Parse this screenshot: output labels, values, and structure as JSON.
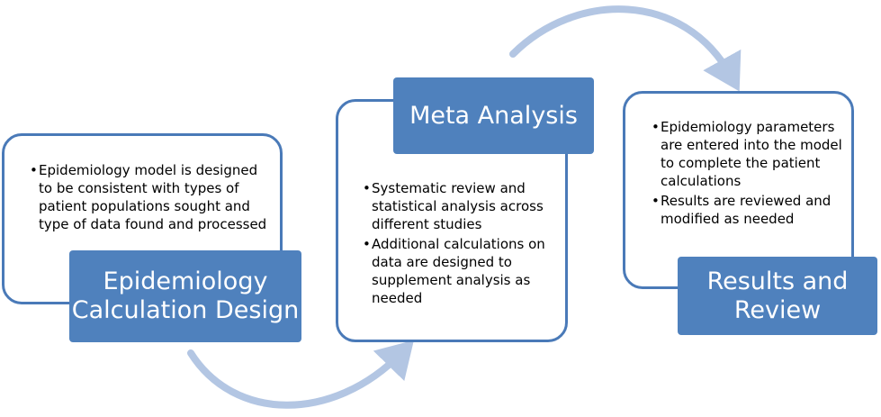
{
  "steps": [
    {
      "title": "Epidemiology Calculation Design",
      "bullets": [
        "Epidemiology model is designed to be consistent with types of patient populations sought and type of data found and processed"
      ]
    },
    {
      "title": "Meta Analysis",
      "bullets": [
        "Systematic review and statistical analysis across different studies",
        "Additional calculations on data are designed to supplement analysis as needed"
      ]
    },
    {
      "title": "Results and Review",
      "bullets": [
        "Epidemiology parameters are entered into the model to complete the patient calculations",
        "Results are reviewed and modified as needed"
      ]
    }
  ],
  "colors": {
    "label_fill": "#4f81bd",
    "card_border": "#4a7ab8",
    "arrow": "#b3c6e3",
    "label_text": "#ffffff"
  }
}
